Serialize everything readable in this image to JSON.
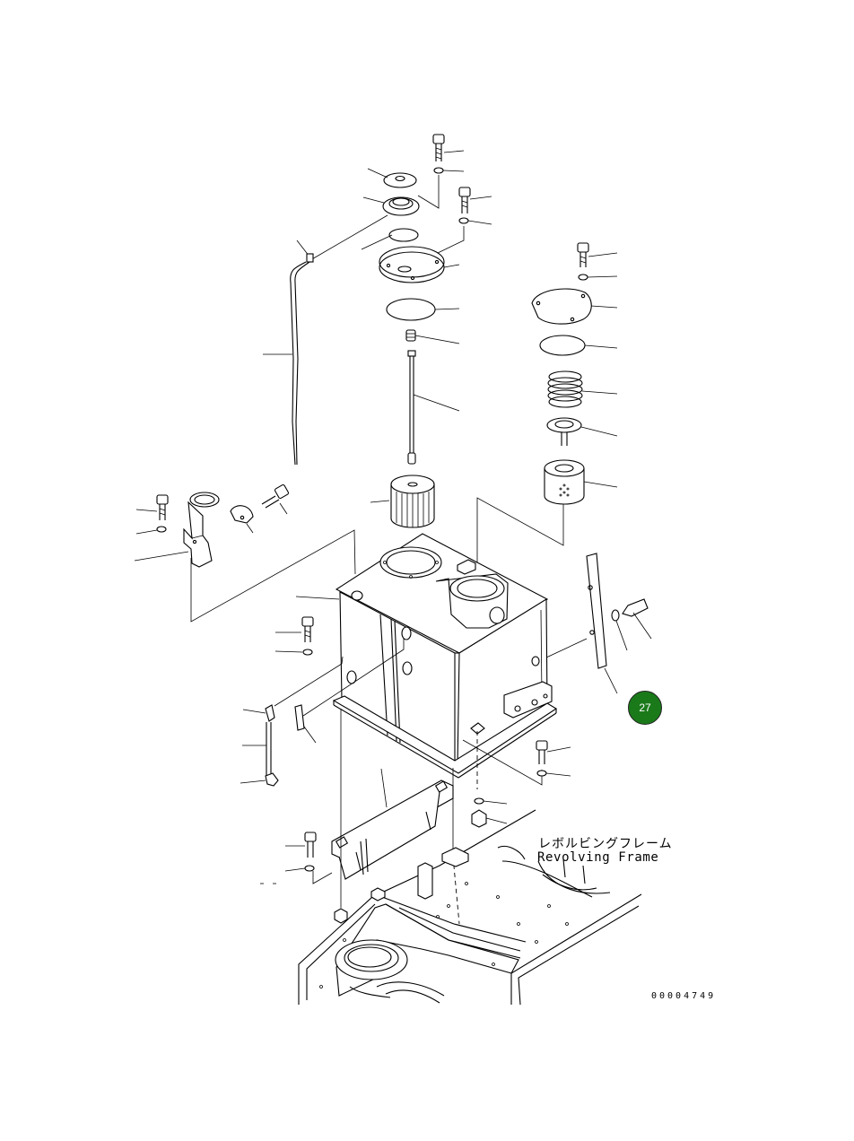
{
  "diagram": {
    "frame_label_jp": "レボルビングフレーム",
    "frame_label_en": "Revolving Frame",
    "drawing_code": "00004749"
  },
  "callout": {
    "label": "27",
    "color": "#1a7a1a"
  },
  "icons": {
    "callout": "numbered-hotspot-marker"
  }
}
